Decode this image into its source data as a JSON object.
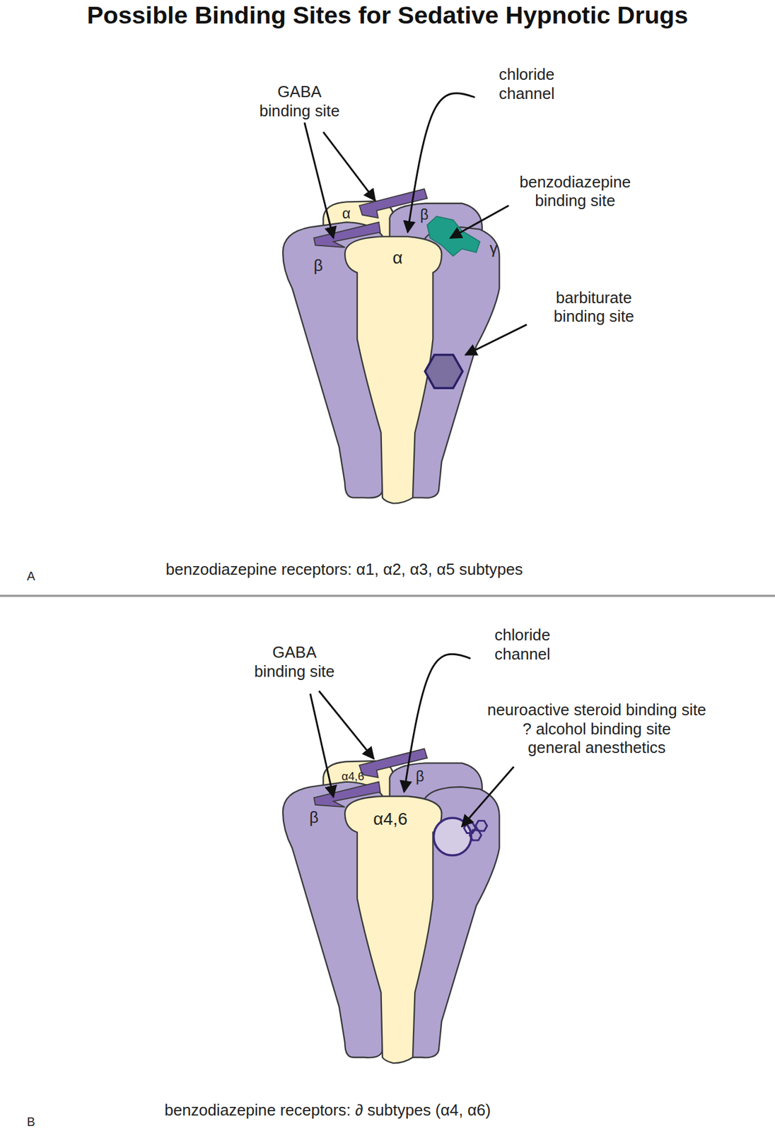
{
  "diagram": {
    "title": "Possible Binding Sites for Sedative Hypnotic Drugs",
    "labels": [
      "GABA binding site",
      "chloride channel",
      "benzodiazepine binding site",
      "barbiturate binding site",
      "α",
      "β",
      "α",
      "β",
      "γ",
      "A",
      "benzodiazepine receptors: α1, α2, α3, α5 subtypes",
      "GABA binding site",
      "chloride channel",
      "neuroactive steroid binding site",
      "? alcohol binding site",
      "general anesthetics",
      "α4,6",
      "β",
      "α4,6",
      "β",
      "B",
      "benzodiazepine receptors: ∂ subtypes (α4, α6)"
    ]
  }
}
